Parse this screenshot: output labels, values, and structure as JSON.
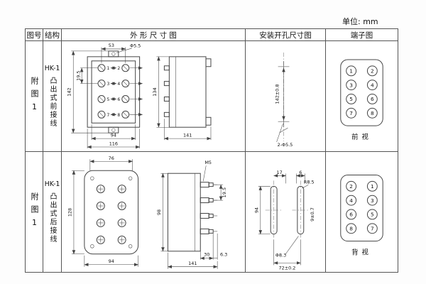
{
  "unit_label": "单位: mm",
  "table": {
    "headers": {
      "fig_no": "图号",
      "structure": "结构",
      "outline": "外 形 尺 寸 图",
      "mounting": "安装开孔尺寸图",
      "terminal": "端子图"
    },
    "rows": [
      {
        "fig_no": "附图1",
        "model": "HK-1",
        "structure": "凸出式前接线",
        "outline": {
          "top": "53",
          "hole": "Φ5.5",
          "height": "142",
          "pitch": "19.5",
          "w1": "94",
          "w2": "116",
          "side_h": "134",
          "side_w": "141",
          "terminals": [
            "1",
            "2",
            "3",
            "4",
            "5",
            "6",
            "7",
            "8"
          ]
        },
        "mounting": {
          "height": "142±0.8",
          "holes": "2-Φ5.5"
        },
        "terminal": {
          "left": [
            "1",
            "3",
            "5",
            "7"
          ],
          "right": [
            "2",
            "4",
            "6",
            "8"
          ],
          "view": "前视"
        }
      },
      {
        "fig_no": "附图1",
        "model": "HK-1",
        "structure": "凸出式后接线",
        "outline": {
          "top": "76",
          "height": "128",
          "bottom": "94",
          "screw": "M5",
          "side_h": "98",
          "pitch": "19.5",
          "stud_len": "30",
          "d2": "6.3",
          "side_w": "141"
        },
        "mounting": {
          "d17": "17",
          "d6": "6",
          "height": "94",
          "radius": "R8.5",
          "slot": "9±0.7",
          "hole": "Φ8.3",
          "width": "72±0.2"
        },
        "terminal": {
          "left": [
            "2",
            "4",
            "6",
            "8"
          ],
          "right": [
            "1",
            "3",
            "5",
            "7"
          ],
          "view": "背视"
        }
      }
    ]
  }
}
